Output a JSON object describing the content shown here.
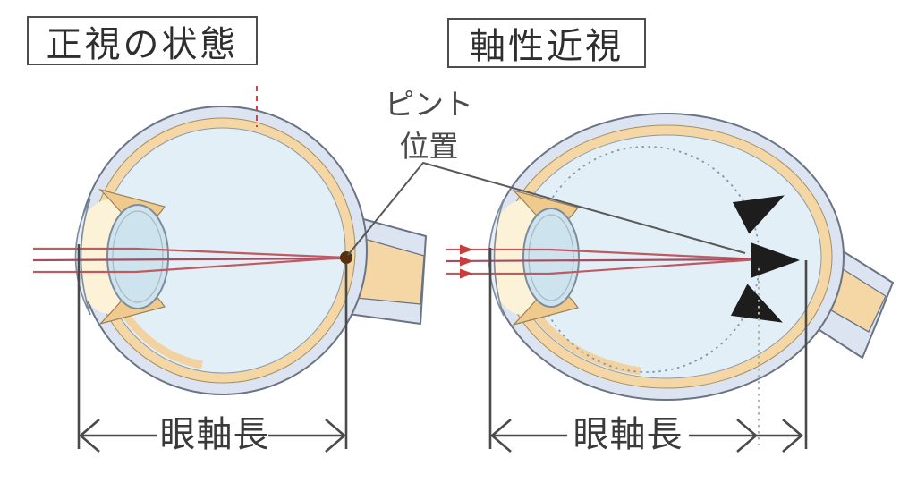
{
  "diagram": {
    "left_panel": {
      "title": "正視の状態",
      "axial_length_label": "眼軸長"
    },
    "right_panel": {
      "title": "軸性近視",
      "axial_length_label": "眼軸長"
    },
    "focus_label": {
      "line1": "ピント",
      "line2": "位置"
    }
  },
  "colors": {
    "sclera_fill": "#dbe4f0",
    "sclera_outline": "#6a7484",
    "choroid_fill": "#f4d7a5",
    "vitreous_fill": "#e3eff7",
    "anterior_chamber_fill": "#fbf2d8",
    "ciliary_fill": "#f0c98c",
    "lens_fill": "#cde3ee",
    "light_ray_red": "#bf5a62",
    "ray_arrowhead_red": "#cc3b3b",
    "focal_point_brown": "#55310f",
    "elongation_arrow_black": "#1d1d1d",
    "measurement_gray": "#4a4a4a",
    "dotted_outline_blue": "#7f97ac",
    "red_dash_mark": "#cc4444"
  },
  "icons": {
    "expansion_arrow": "filled black arrow (eye elongation), x3",
    "ray_arrowhead": "small red triangle on incoming light rays",
    "measure_chevron": "open V arrowhead on axial-length dimension line"
  }
}
